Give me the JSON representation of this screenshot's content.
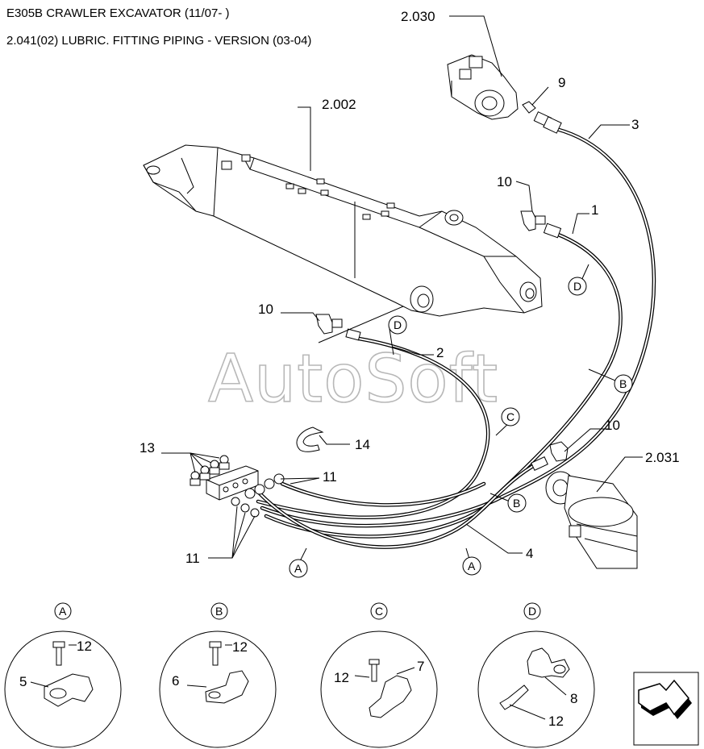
{
  "header": {
    "line1": "E305B CRAWLER EXCAVATOR (11/07- )",
    "line2": "2.041(02) LUBRIC. FITTING PIPING - VERSION (03-04)"
  },
  "watermark": "AutoSoft",
  "callouts": {
    "ref_2030": "2.030",
    "ref_2002": "2.002",
    "ref_2031": "2.031",
    "item_1": "1",
    "item_2": "2",
    "item_3": "3",
    "item_4": "4",
    "item_9": "9",
    "item_10a": "10",
    "item_10b": "10",
    "item_10c": "10",
    "item_11a": "11",
    "item_11b": "11",
    "item_13": "13",
    "item_14": "14"
  },
  "section_marks": {
    "A1": "A",
    "A2": "A",
    "B1": "B",
    "B2": "B",
    "C1": "C",
    "D1": "D",
    "D2": "D"
  },
  "details": [
    {
      "letter": "A",
      "bolt": "12",
      "clamp": "5"
    },
    {
      "letter": "B",
      "bolt": "12",
      "clamp": "6"
    },
    {
      "letter": "C",
      "bolt": "12",
      "clamp": "7"
    },
    {
      "letter": "D",
      "bolt": "12",
      "clamp": "8"
    }
  ],
  "nav_icon": "next-page-arrow-icon"
}
